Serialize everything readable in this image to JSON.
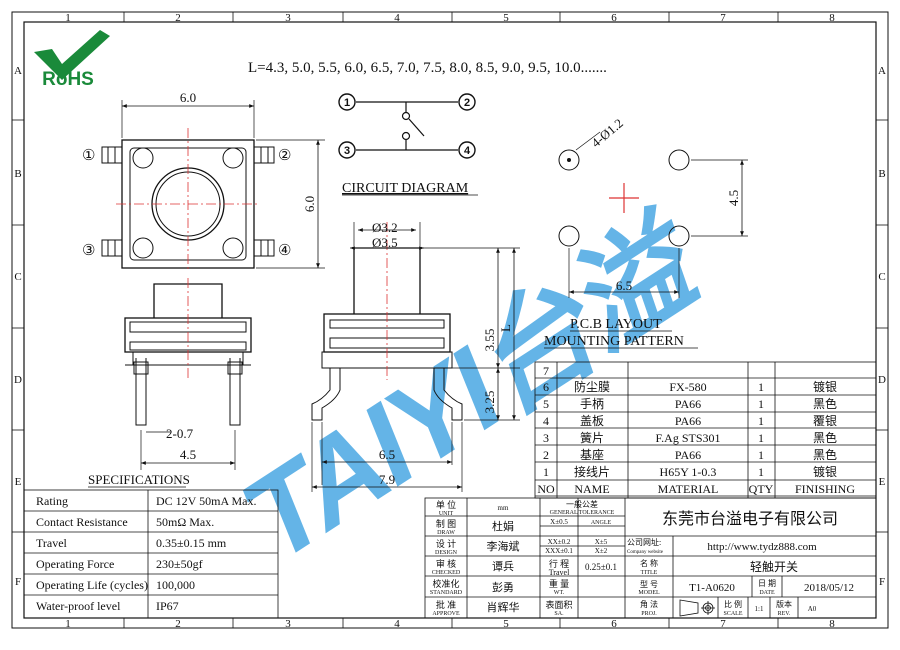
{
  "frame": {
    "columns": [
      "1",
      "2",
      "3",
      "4",
      "5",
      "6",
      "7",
      "8"
    ],
    "rows": [
      "A",
      "B",
      "C",
      "D",
      "E",
      "F"
    ]
  },
  "logo": {
    "text": "RoHS",
    "color": "#1a8a3a"
  },
  "watermark": {
    "text": "TAIYI台溢",
    "color": "#3aa0e0"
  },
  "lengths_note": "L=4.3, 5.0, 5.5, 6.0, 6.5, 7.0, 7.5, 8.0, 8.5, 9.0, 9.5, 10.0.......",
  "top_view": {
    "width_dim": "6.0",
    "height_dim": "6.0",
    "pins": [
      "①",
      "②",
      "③",
      "④"
    ]
  },
  "circuit": {
    "title": "CIRCUIT DIAGRAM",
    "pins": [
      "1",
      "2",
      "3",
      "4"
    ]
  },
  "pcb": {
    "hole_label": "4-Ø1.2",
    "dim_w": "6.5",
    "dim_h": "4.5",
    "title_line1": "P.C.B LAYOUT",
    "title_line2": "MOUNTING PATTERN"
  },
  "front_view": {
    "pin_dim": "2-0.7",
    "width_dim": "4.5"
  },
  "side_view": {
    "d1": "Ø3.2",
    "d2": "Ø3.5",
    "h1": "3.55",
    "h2": "3.25",
    "len": "L",
    "w1": "6.5",
    "w2": "7.9"
  },
  "specifications": {
    "title": "SPECIFICATIONS",
    "rows": [
      {
        "label": "Rating",
        "value": "DC 12V 50mA Max."
      },
      {
        "label": "Contact Resistance",
        "value": "50mΩ Max."
      },
      {
        "label": "Travel",
        "value": "0.35±0.15 mm"
      },
      {
        "label": "Operating Force",
        "value": "230±50gf"
      },
      {
        "label": "Operating Life (cycles)",
        "value": "100,000"
      },
      {
        "label": "Water-proof level",
        "value": "IP67"
      }
    ]
  },
  "bom": {
    "header": {
      "no": "NO",
      "name": "NAME",
      "material": "MATERIAL",
      "qty": "QTY",
      "finishing": "FINISHING"
    },
    "rows": [
      {
        "no": "7",
        "name": "",
        "material": "",
        "qty": "",
        "finishing": ""
      },
      {
        "no": "6",
        "name": "防尘膜",
        "material": "FX-580",
        "qty": "1",
        "finishing": "镀银"
      },
      {
        "no": "5",
        "name": "手柄",
        "material": "PA66",
        "qty": "1",
        "finishing": "黑色"
      },
      {
        "no": "4",
        "name": "盖板",
        "material": "PA66",
        "qty": "1",
        "finishing": "覆银"
      },
      {
        "no": "3",
        "name": "簧片",
        "material": "F.Ag STS301",
        "qty": "1",
        "finishing": "黑色"
      },
      {
        "no": "2",
        "name": "基座",
        "material": "PA66",
        "qty": "1",
        "finishing": "黑色"
      },
      {
        "no": "1",
        "name": "接线片",
        "material": "H65Y 1-0.3",
        "qty": "1",
        "finishing": "镀银"
      }
    ]
  },
  "title_block": {
    "unit_label": "单 位",
    "unit_label_en": "UNIT",
    "unit_value": "mm",
    "tolerance_label": "一般公差",
    "tolerance_label_en": "GENERAL TOLERANCE",
    "tol": [
      "X±0.5",
      "ANGLE",
      "XX±0.2",
      "X±5",
      "XXX±0.1",
      "X±2"
    ],
    "draw_label": "制 图",
    "draw_label_en": "DRAW",
    "draw_value": "杜娟",
    "design_label": "设 计",
    "design_label_en": "DESIGN",
    "design_value": "李海斌",
    "checked_label": "审 核",
    "checked_label_en": "CHECKED",
    "checked_value": "谭兵",
    "standard_label": "校准化",
    "standard_label_en": "STANDARD",
    "standard_value": "彭勇",
    "approve_label": "批 准",
    "approve_label_en": "APPROVE",
    "approve_value": "肖辉华",
    "travel_label": "行 程",
    "travel_label_en": "Travel",
    "travel_value": "0.25±0.1",
    "weight_label": "重 量",
    "weight_label_en": "WT.",
    "surface_label": "表面积",
    "surface_label_en": "SA.",
    "company": "东莞市台溢电子有限公司",
    "website_label": "公司网址:",
    "website_label_en": "Company website",
    "website": "http://www.tydz888.com",
    "name_label": "名 称",
    "name_label_en": "TITLE",
    "name_value": "轻触开关",
    "model_label": "型 号",
    "model_label_en": "MODEL",
    "model_value": "T1-A0620",
    "date_label": "日 期",
    "date_label_en": "DATE",
    "date_value": "2018/05/12",
    "proj_label": "角 法",
    "proj_label_en": "PROJ.",
    "scale_label": "比 例",
    "scale_label_en": "SCALE",
    "scale_value": "1:1",
    "rev_label": "版本",
    "rev_label_en": "REV.",
    "rev_value": "A0"
  }
}
